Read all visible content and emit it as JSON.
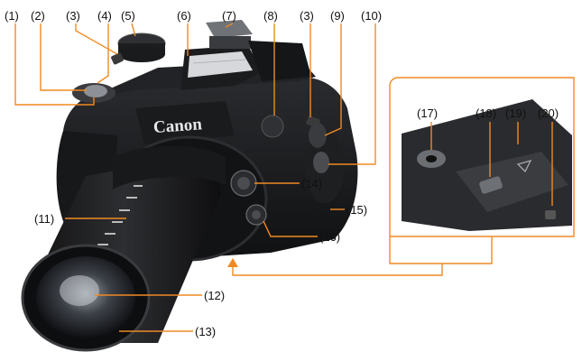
{
  "brand": "Canon",
  "accent_color": "#f08a24",
  "callouts": {
    "c1": "(1)",
    "c2": "(2)",
    "c3a": "(3)",
    "c4": "(4)",
    "c5": "(5)",
    "c6": "(6)",
    "c7": "(7)",
    "c8": "(8)",
    "c3b": "(3)",
    "c9": "(9)",
    "c10": "(10)",
    "c11": "(11)",
    "c12": "(12)",
    "c13": "(13)",
    "c14": "(14)",
    "c15": "(15)",
    "c16": "(16)",
    "c17": "(17)",
    "c18": "(18)",
    "c19": "(19)",
    "c20": "(20)"
  }
}
